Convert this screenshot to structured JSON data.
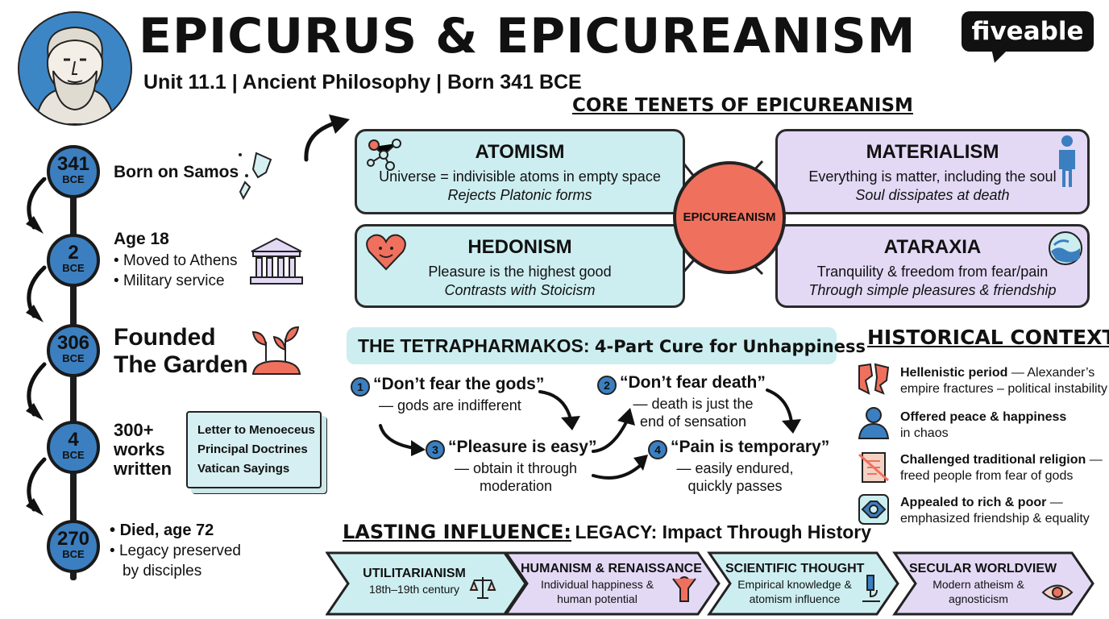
{
  "header": {
    "title": "EPICURUS & EPICUREANISM",
    "subtitle": "Unit 11.1 | Ancient Philosophy | Born 341 BCE",
    "brand": "fiveable"
  },
  "timeline": [
    {
      "year": "341",
      "era": "BCE",
      "title": "Born on Samos",
      "bullets": []
    },
    {
      "year": "2",
      "era": "BCE",
      "title": "Age 18",
      "bullets": [
        "Moved to Athens",
        "Military service"
      ]
    },
    {
      "year": "306",
      "era": "BCE",
      "title_lines": [
        "Founded",
        "The Garden"
      ],
      "bullets": []
    },
    {
      "year": "4",
      "era": "BCE",
      "title_lines": [
        "300+",
        "works",
        "written"
      ],
      "works": [
        "Letter to Menoeceus",
        "Principal Doctrines",
        "Vatican Sayings"
      ]
    },
    {
      "year": "270",
      "era": "BCE",
      "bullets": [
        "Died, age 72",
        "Legacy preserved",
        "by disciples"
      ]
    }
  ],
  "core_tenets": {
    "title": "CORE TENETS OF EPICUREANISM",
    "hub": "EPICUREANISM",
    "items": [
      {
        "title": "ATOMISM",
        "desc": "Universe = indivisible atoms in empty space",
        "sub": "Rejects Platonic forms",
        "icon": "atom-icon"
      },
      {
        "title": "MATERIALISM",
        "desc": "Everything is matter, including the soul",
        "sub": "Soul dissipates at death",
        "icon": "person-icon"
      },
      {
        "title": "HEDONISM",
        "desc": "Pleasure is the highest good",
        "sub": "Contrasts with Stoicism",
        "icon": "heart-icon"
      },
      {
        "title": "ATARAXIA",
        "desc": "Tranquility & freedom from fear/pain",
        "sub": "Through simple pleasures & friendship",
        "icon": "wave-icon"
      }
    ]
  },
  "tetrapharmakos": {
    "banner_bold": "THE TETRAPHARMAKOS:",
    "banner_rest": "4-Part Cure for Unhappiness",
    "steps": [
      {
        "num": "1",
        "title": "“Don’t fear the gods”",
        "desc_lines": [
          "— gods are indifferent"
        ]
      },
      {
        "num": "2",
        "title": "“Don’t fear death”",
        "desc_lines": [
          "— death is just the",
          "end of sensation"
        ]
      },
      {
        "num": "3",
        "title": "“Pleasure is easy”",
        "desc_lines": [
          "— obtain it through",
          "moderation"
        ]
      },
      {
        "num": "4",
        "title": "“Pain is temporary”",
        "desc_lines": [
          "— easily endured,",
          "quickly passes"
        ]
      }
    ]
  },
  "historical_context": {
    "title": "HISTORICAL CONTEXT",
    "items": [
      {
        "bold": "Hellenistic period",
        "rest1": " — Alexander’s",
        "rest2": "empire fractures – political instability"
      },
      {
        "bold": "Offered peace & happiness",
        "rest1": "",
        "rest2": "in chaos"
      },
      {
        "bold": "Challenged traditional religion",
        "rest1": " —",
        "rest2": "freed people from fear of gods"
      },
      {
        "bold": "Appealed to rich & poor",
        "rest1": " —",
        "rest2": "emphasized friendship & equality"
      }
    ]
  },
  "legacy": {
    "title_a": "LASTING INFLUENCE:",
    "title_b": "LEGACY: Impact Through History",
    "items": [
      {
        "title": "UTILITARIANISM",
        "sub1": "18th–19th century",
        "sub2": "",
        "color": "#cdeef0"
      },
      {
        "title": "HUMANISM & RENAISSANCE",
        "sub1": "Individual happiness &",
        "sub2": "human potential",
        "color": "#e3d9f5"
      },
      {
        "title": "SCIENTIFIC THOUGHT",
        "sub1": "Empirical knowledge &",
        "sub2": "atomism influence",
        "color": "#cdeef0"
      },
      {
        "title": "SECULAR WORLDVIEW",
        "sub1": "Modern atheism &",
        "sub2": "agnosticism",
        "color": "#e3d9f5"
      }
    ]
  }
}
